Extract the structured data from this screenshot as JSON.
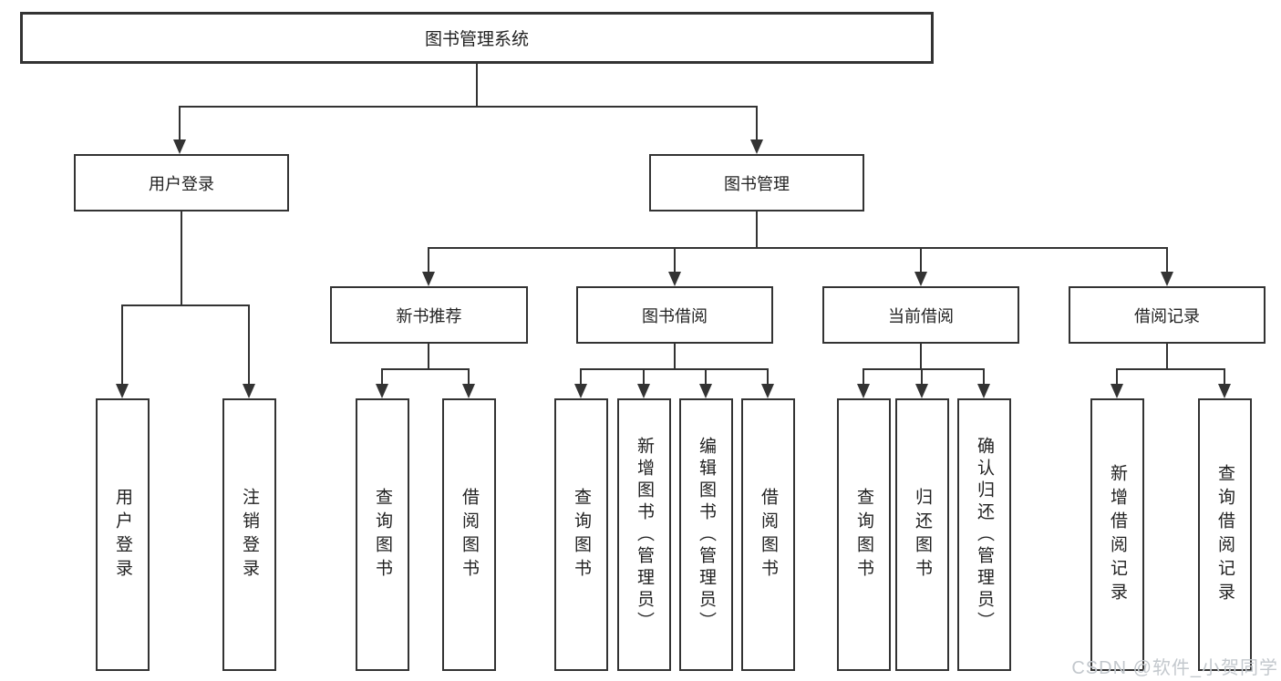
{
  "diagram_title": "图书管理系统",
  "tree": {
    "root": "图书管理系统",
    "login": {
      "label": "用户登录",
      "children": [
        "用户登录",
        "注销登录"
      ]
    },
    "mgmt": {
      "label": "图书管理",
      "groups": {
        "recommend": {
          "label": "新书推荐",
          "children": [
            "查询图书",
            "借阅图书"
          ]
        },
        "borrow": {
          "label": "图书借阅",
          "children": [
            "查询图书",
            "新增图书（管理员）",
            "编辑图书（管理员）",
            "借阅图书"
          ]
        },
        "current": {
          "label": "当前借阅",
          "children": [
            "查询图书",
            "归还图书",
            "确认归还（管理员）"
          ]
        },
        "records": {
          "label": "借阅记录",
          "children": [
            "新增借阅记录",
            "查询借阅记录"
          ]
        }
      }
    }
  },
  "watermark": {
    "text": "CSDN @软件_小贺同学"
  },
  "colors": {
    "line": "#333333",
    "box_border": "#333333",
    "text": "#222222",
    "background": "#ffffff",
    "watermark": "#c3c8cd"
  }
}
